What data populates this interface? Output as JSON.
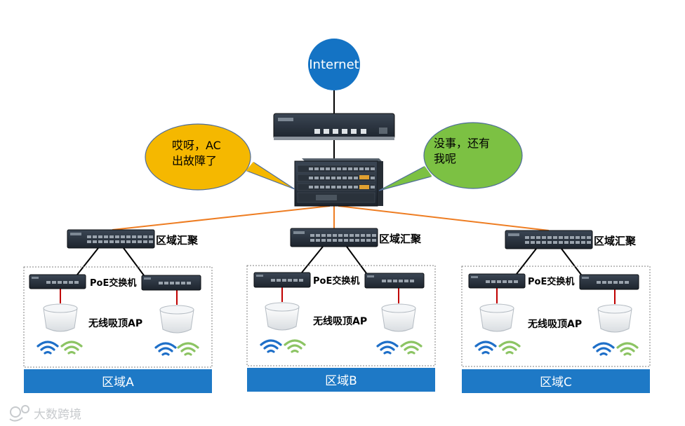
{
  "internet": {
    "label": "Internet",
    "color": "#1473c4"
  },
  "bubbles": {
    "left": {
      "line1": "哎呀，AC",
      "line2": "出故障了",
      "color": "#f5b800"
    },
    "right": {
      "line1": "没事，还有",
      "line2": "我呢",
      "color": "#7cc143"
    }
  },
  "labels": {
    "aggregation": "区域汇聚",
    "poe_switch": "PoE交换机",
    "ap": "无线吸顶AP"
  },
  "zones": [
    {
      "name": "区域A"
    },
    {
      "name": "区域B"
    },
    {
      "name": "区域C"
    }
  ],
  "watermark": "大数跨境",
  "colors": {
    "uplink": "#ee7d22",
    "zone_bar": "#1e79c6",
    "wifi_blue": "#1e6fc8",
    "wifi_green": "#8cc463"
  }
}
